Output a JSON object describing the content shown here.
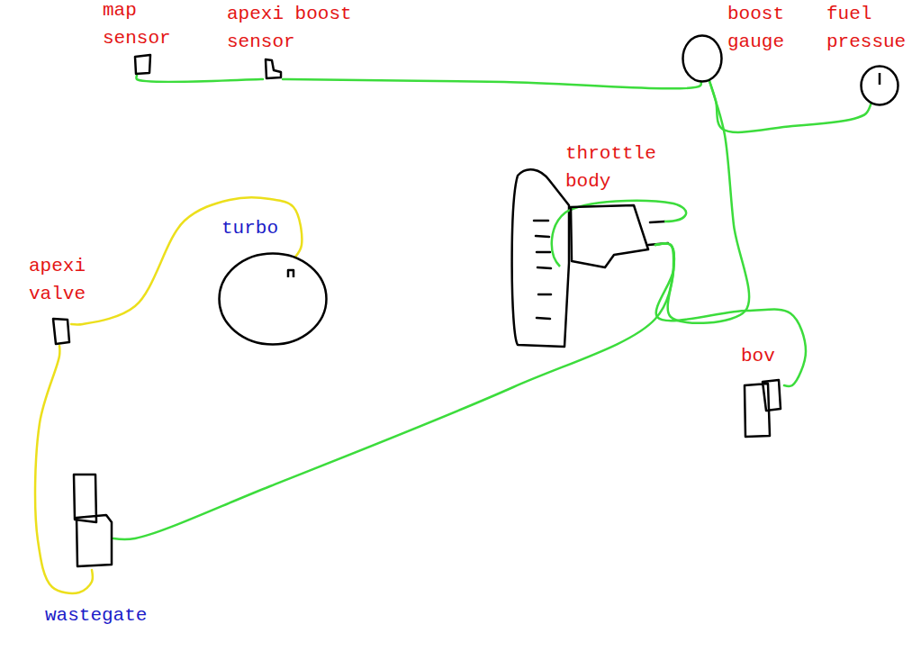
{
  "diagram": {
    "nodes": [
      {
        "text": [
          "map sensor"
        ]
      },
      {
        "text": [
          "apexi boost sensor"
        ]
      },
      {
        "text": [
          "boost gauge"
        ]
      },
      {
        "text": [
          "fuel pressue"
        ]
      },
      {
        "text": [
          "throttle body"
        ]
      },
      {
        "text": [
          "turbo"
        ]
      },
      {
        "text": [
          "apexi valve"
        ]
      },
      {
        "text": [
          "bov"
        ]
      },
      {
        "text": [
          "wastegate"
        ]
      }
    ],
    "edges": [
      {
        "from": 0,
        "to": 1,
        "arrow": "none"
      },
      {
        "from": 1,
        "to": 2,
        "arrow": "none"
      },
      {
        "from": 2,
        "to": 3,
        "arrow": "none"
      },
      {
        "from": 2,
        "to": 4,
        "arrow": "none"
      },
      {
        "from": 4,
        "to": 7,
        "arrow": "none"
      },
      {
        "from": 4,
        "to": 8,
        "arrow": "none"
      },
      {
        "from": 5,
        "to": 6,
        "arrow": "none"
      },
      {
        "from": 6,
        "to": 8,
        "arrow": "none"
      }
    ]
  }
}
